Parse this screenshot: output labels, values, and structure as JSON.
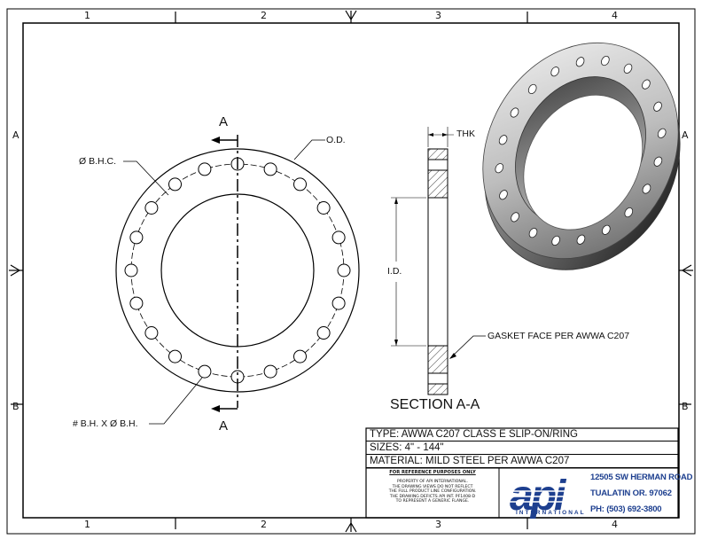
{
  "zones": {
    "columns": [
      "1",
      "2",
      "3",
      "4"
    ],
    "rows": [
      "A",
      "B"
    ]
  },
  "views": {
    "front": {
      "section_marker": "A",
      "bhc_label": "Ø B.H.C.",
      "od_label": "O.D.",
      "holes_label": "# B.H. X Ø B.H.",
      "bolt_hole_count": 20
    },
    "section": {
      "title": "SECTION A-A",
      "thk_label": "THK",
      "id_label": "I.D.",
      "gasket_label": "GASKET FACE PER AWWA C207"
    }
  },
  "title_block": {
    "type": "TYPE: AWWA C207 CLASS E SLIP-ON/RING",
    "sizes": "SIZES: 4\" - 144\"",
    "material": "MATERIAL: MILD STEEL PER AWWA C207",
    "ref_heading": "FOR REFERENCE PURPOSES ONLY",
    "ref_lines": [
      "PROPERTY OF API INTERNATIONAL.",
      "THE DRAWING VIEWS DO NOT REFLECT",
      "THE FULL PRODUCT LINE CONFIGURATION.",
      "THE DRAWING DEFICTS API INT. PF1408-D",
      "TO REPRESENT A GENERIC FLANGE."
    ],
    "logo_text": "api",
    "logo_sub": "INTERNATIONAL",
    "address": [
      "12505 SW HERMAN ROAD",
      "TUALATIN OR. 97062",
      "PH: (503) 692-3800"
    ],
    "brand_color": "#1d3f8f"
  }
}
